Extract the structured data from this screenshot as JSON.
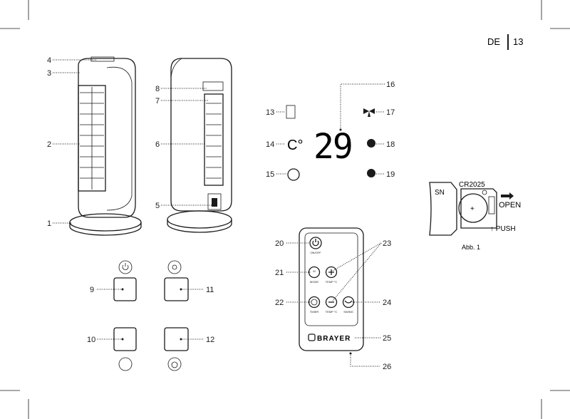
{
  "page": {
    "language": "DE",
    "number": "13"
  },
  "callouts": [
    "1",
    "2",
    "3",
    "4",
    "5",
    "6",
    "7",
    "8",
    "9",
    "10",
    "11",
    "12",
    "13",
    "14",
    "15",
    "16",
    "17",
    "18",
    "19",
    "20",
    "21",
    "22",
    "23",
    "24",
    "25",
    "26"
  ],
  "display": {
    "temperature": "29"
  },
  "remote": {
    "buttons": {
      "power": "ON/OFF",
      "mode": "MODE",
      "temp_up": "TEMP °C",
      "timer": "TIMER",
      "temp_down": "TEMP °C",
      "swing": "SWING"
    },
    "brand": "BRAYER",
    "mode_icon_text": "M"
  },
  "battery_figure": {
    "battery": "CR2025",
    "sn": "SN",
    "open": "OPEN",
    "push": "↑ PUSH",
    "caption": "Abb. 1"
  }
}
